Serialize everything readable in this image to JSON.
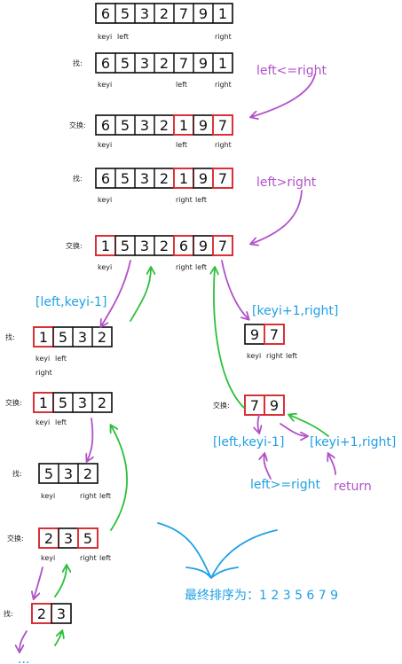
{
  "rows": [
    {
      "label": "",
      "cells": [
        "6",
        "5",
        "3",
        "2",
        "7",
        "9",
        "1"
      ],
      "highlight": [],
      "markers": [
        {
          "text": "keyi",
          "under": 0
        },
        {
          "text": "left",
          "under": 1
        },
        {
          "text": "right",
          "under": 6
        }
      ]
    },
    {
      "label": "找:",
      "cells": [
        "6",
        "5",
        "3",
        "2",
        "7",
        "9",
        "1"
      ],
      "highlight": [],
      "markers": [
        {
          "text": "keyi",
          "under": 0
        },
        {
          "text": "left",
          "under": 4
        },
        {
          "text": "right",
          "under": 6
        }
      ]
    },
    {
      "label": "交换:",
      "cells": [
        "6",
        "5",
        "3",
        "2",
        "1",
        "9",
        "7"
      ],
      "highlight": [
        4,
        6
      ],
      "markers": [
        {
          "text": "keyi",
          "under": 0
        },
        {
          "text": "left",
          "under": 4
        },
        {
          "text": "right",
          "under": 6
        }
      ]
    },
    {
      "label": "找:",
      "cells": [
        "6",
        "5",
        "3",
        "2",
        "1",
        "9",
        "7"
      ],
      "highlight": [
        4,
        6
      ],
      "markers": [
        {
          "text": "keyi",
          "under": 0
        },
        {
          "text": "right",
          "under": 4
        },
        {
          "text": "left",
          "under": 5
        }
      ]
    },
    {
      "label": "交换:",
      "cells": [
        "1",
        "5",
        "3",
        "2",
        "6",
        "9",
        "7"
      ],
      "highlight": [
        0,
        4,
        6
      ],
      "markers": [
        {
          "text": "keyi",
          "under": 0
        },
        {
          "text": "right",
          "under": 4
        },
        {
          "text": "left",
          "under": 5
        }
      ]
    },
    {
      "label": "找:",
      "cells": [
        "1",
        "5",
        "3",
        "2"
      ],
      "highlight": [
        0
      ],
      "markers": [
        {
          "text": "keyi",
          "under": 0
        },
        {
          "text": "left",
          "under": 1
        },
        {
          "text": "right",
          "under": 0
        }
      ]
    },
    {
      "label": "交换:",
      "cells": [
        "1",
        "5",
        "3",
        "2"
      ],
      "highlight": [
        0
      ],
      "markers": [
        {
          "text": "keyi",
          "under": 0
        },
        {
          "text": "left",
          "under": 1
        }
      ]
    },
    {
      "label": "找:",
      "cells": [
        "5",
        "3",
        "2"
      ],
      "highlight": [],
      "markers": [
        {
          "text": "keyi",
          "under": 0
        },
        {
          "text": "right",
          "under": 2
        },
        {
          "text": "left",
          "under": 3
        }
      ]
    },
    {
      "label": "交换:",
      "cells": [
        "2",
        "3",
        "5"
      ],
      "highlight": [
        0,
        2
      ],
      "markers": [
        {
          "text": "keyi",
          "under": 0
        },
        {
          "text": "right",
          "under": 2
        },
        {
          "text": "left",
          "under": 3
        }
      ]
    },
    {
      "label": "找:",
      "cells": [
        "2",
        "3"
      ],
      "highlight": [
        0
      ],
      "markers": []
    },
    {
      "label": "",
      "cells": [
        "9",
        "7"
      ],
      "highlight": [
        1
      ],
      "markers": [
        {
          "text": "keyi",
          "under": 0
        },
        {
          "text": "right",
          "under": 1
        },
        {
          "text": "left",
          "under": 2
        }
      ]
    },
    {
      "label": "交换:",
      "cells": [
        "7",
        "9"
      ],
      "highlight": [
        0,
        1
      ],
      "markers": []
    }
  ],
  "annotations": {
    "cond1": "left<=right",
    "cond2": "left>right",
    "left_range": "[left,keyi-1]",
    "right_range": "[keyi+1,right]",
    "left_range2": "[left,keyi-1]",
    "right_range2": "[keyi+1,right]",
    "cond3": "left>=right",
    "ret": "return",
    "ellipsis": "...",
    "result": "最终排序为：1 2 3 5 6 7 9"
  },
  "colors": {
    "blue_text": "#1fa0e6",
    "purple": "#b052c8",
    "green": "#2dbf3c",
    "red": "#e0282f",
    "black": "#111111"
  }
}
